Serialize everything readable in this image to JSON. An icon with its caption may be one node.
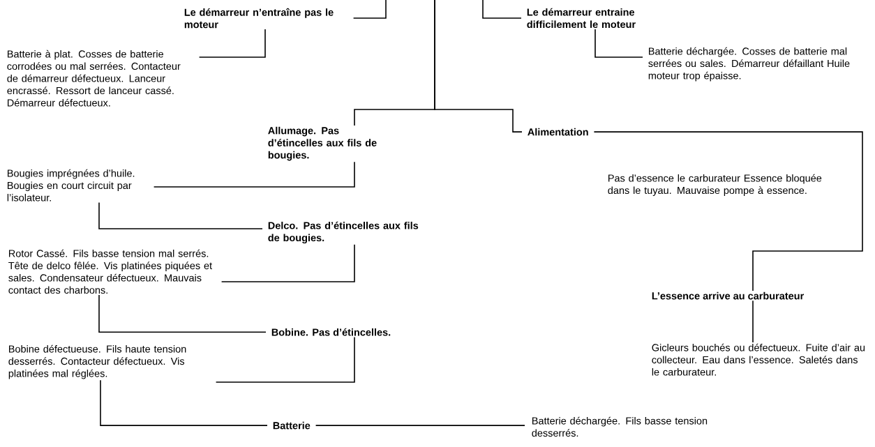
{
  "diagram": {
    "nodes": [
      {
        "text": [
          "Le démarreur n’entraîne pas le moteur"
        ]
      },
      {
        "text": [
          "Le démarreur entraine difficilement le moteur"
        ]
      },
      {
        "text": [
          "Batterie à plat. Cosses de batterie corrodées ou mal serrées. Contacteur de démarreur défectueux. Lanceur encrassé. Ressort de lanceur cassé. Démarreur défectueux."
        ]
      },
      {
        "text": [
          "Batterie déchargée. Cosses de batterie mal serrées ou sales. Démarreur défaillant Huile moteur trop épaisse."
        ]
      },
      {
        "text": [
          "Allumage. Pas d’étincelles aux fils de bougies."
        ]
      },
      {
        "text": [
          "Alimentation"
        ]
      },
      {
        "text": [
          "Bougies imprégnées d’huile. Bougies en court circuit par l’isolateur."
        ]
      },
      {
        "text": [
          "Delco. Pas d’étincelles aux fils de bougies."
        ]
      },
      {
        "text": [
          "Rotor Cassé. Fils basse tension mal serrés. Tête de delco fêlée. Vis platinées piquées et sales. Condensateur défectueux. Mauvais contact des charbons."
        ]
      },
      {
        "text": [
          "Bobine. Pas d’étincelles."
        ]
      },
      {
        "text": [
          "Bobine défectueuse. Fils haute tension desserrés. Contacteur défectueux. Vis platinées mal réglées."
        ]
      },
      {
        "text": [
          "Batterie"
        ]
      },
      {
        "text": [
          "Batterie déchargée. Fils basse tension desserrés."
        ]
      },
      {
        "text": [
          "L’essence arrive au carburateur"
        ]
      },
      {
        "text": [
          "Gicleurs bouchés ou défectueux. Fuite d’air au collecteur. Eau dans l’essence. Saletés dans le carburateur."
        ]
      }
    ],
    "edges": [
      {
        "from": null,
        "to": 0,
        "arrow": "none"
      },
      {
        "from": null,
        "to": 1,
        "arrow": "none"
      },
      {
        "from": null,
        "to": 4,
        "arrow": "none"
      },
      {
        "from": null,
        "to": 5,
        "arrow": "none"
      },
      {
        "from": 0,
        "to": 2,
        "arrow": "none"
      },
      {
        "from": 1,
        "to": 3,
        "arrow": "none"
      },
      {
        "from": 4,
        "to": 6,
        "arrow": "none"
      },
      {
        "from": 6,
        "to": 7,
        "arrow": "none"
      },
      {
        "from": 7,
        "to": 8,
        "arrow": "none"
      },
      {
        "from": 8,
        "to": 9,
        "arrow": "none"
      },
      {
        "from": 9,
        "to": 10,
        "arrow": "none"
      },
      {
        "from": 10,
        "to": 11,
        "arrow": "none"
      },
      {
        "from": 11,
        "to": 12,
        "arrow": "none"
      },
      {
        "from": 5,
        "to": 13,
        "arrow": "none"
      },
      {
        "from": 13,
        "to": 14,
        "arrow": "none"
      }
    ],
    "labels": [
      "Pas d’essence le carburateur Essence bloquée dans le tuyau. Mauvaise pompe à essence."
    ]
  }
}
